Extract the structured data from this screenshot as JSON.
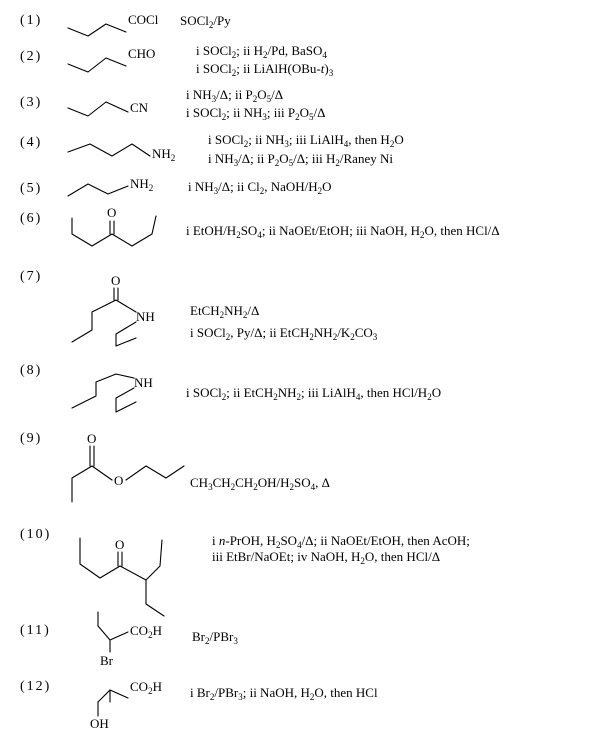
{
  "entries": [
    {
      "number": "(1)",
      "labels": [
        "COCl"
      ],
      "conditions": [
        "SOCl₂/Py"
      ]
    },
    {
      "number": "(2)",
      "labels": [
        "CHO"
      ],
      "conditions": [
        "i SOCl₂; ii H₂/Pd, BaSO₄",
        "i SOCl₂; ii LiAlH(OBu-t)₃"
      ]
    },
    {
      "number": "(3)",
      "labels": [
        "CN"
      ],
      "conditions": [
        "i NH₃/Δ; ii P₂O₅/Δ",
        "i SOCl₂; ii NH₃; iii P₂O₅/Δ"
      ]
    },
    {
      "number": "(4)",
      "labels": [
        "NH₂"
      ],
      "conditions": [
        "i SOCl₂; ii NH₃; iii LiAlH₄, then H₂O",
        "i NH₃/Δ; ii P₂O₅/Δ; iii H₂/Raney Ni"
      ]
    },
    {
      "number": "(5)",
      "labels": [
        "NH₂"
      ],
      "conditions": [
        "i NH₃/Δ; ii Cl₂, NaOH/H₂O"
      ]
    },
    {
      "number": "(6)",
      "labels": [
        "O"
      ],
      "conditions": [
        "i EtOH/H₂SO₄; ii NaOEt/EtOH; iii NaOH, H₂O, then HCl/Δ"
      ]
    },
    {
      "number": "(7)",
      "labels": [
        "O",
        "NH"
      ],
      "conditions": [
        "EtCH₂NH₂/Δ",
        "i SOCl₂, Py/Δ; ii EtCH₂NH₂/K₂CO₃"
      ]
    },
    {
      "number": "(8)",
      "labels": [
        "NH"
      ],
      "conditions": [
        "i SOCl₂; ii EtCH₂NH₂; iii LiAlH₄, then HCl/H₂O"
      ]
    },
    {
      "number": "(9)",
      "labels": [
        "O",
        "O"
      ],
      "conditions": [
        "CH₃CH₂CH₂OH/H₂SO₄, Δ"
      ]
    },
    {
      "number": "(10)",
      "labels": [
        "O"
      ],
      "conditions": [
        "i n-PrOH, H₂SO₄/Δ; ii NaOEt/EtOH, then AcOH;",
        "iii EtBr/NaOEt; iv NaOH, H₂O, then HCl/Δ"
      ]
    },
    {
      "number": "(11)",
      "labels": [
        "CO₂H",
        "Br"
      ],
      "conditions": [
        "Br₂/PBr₃"
      ]
    },
    {
      "number": "(12)",
      "labels": [
        "CO₂H",
        "OH"
      ],
      "conditions": [
        "i Br₂/PBr₃; ii NaOH, H₂O, then HCl"
      ]
    }
  ]
}
